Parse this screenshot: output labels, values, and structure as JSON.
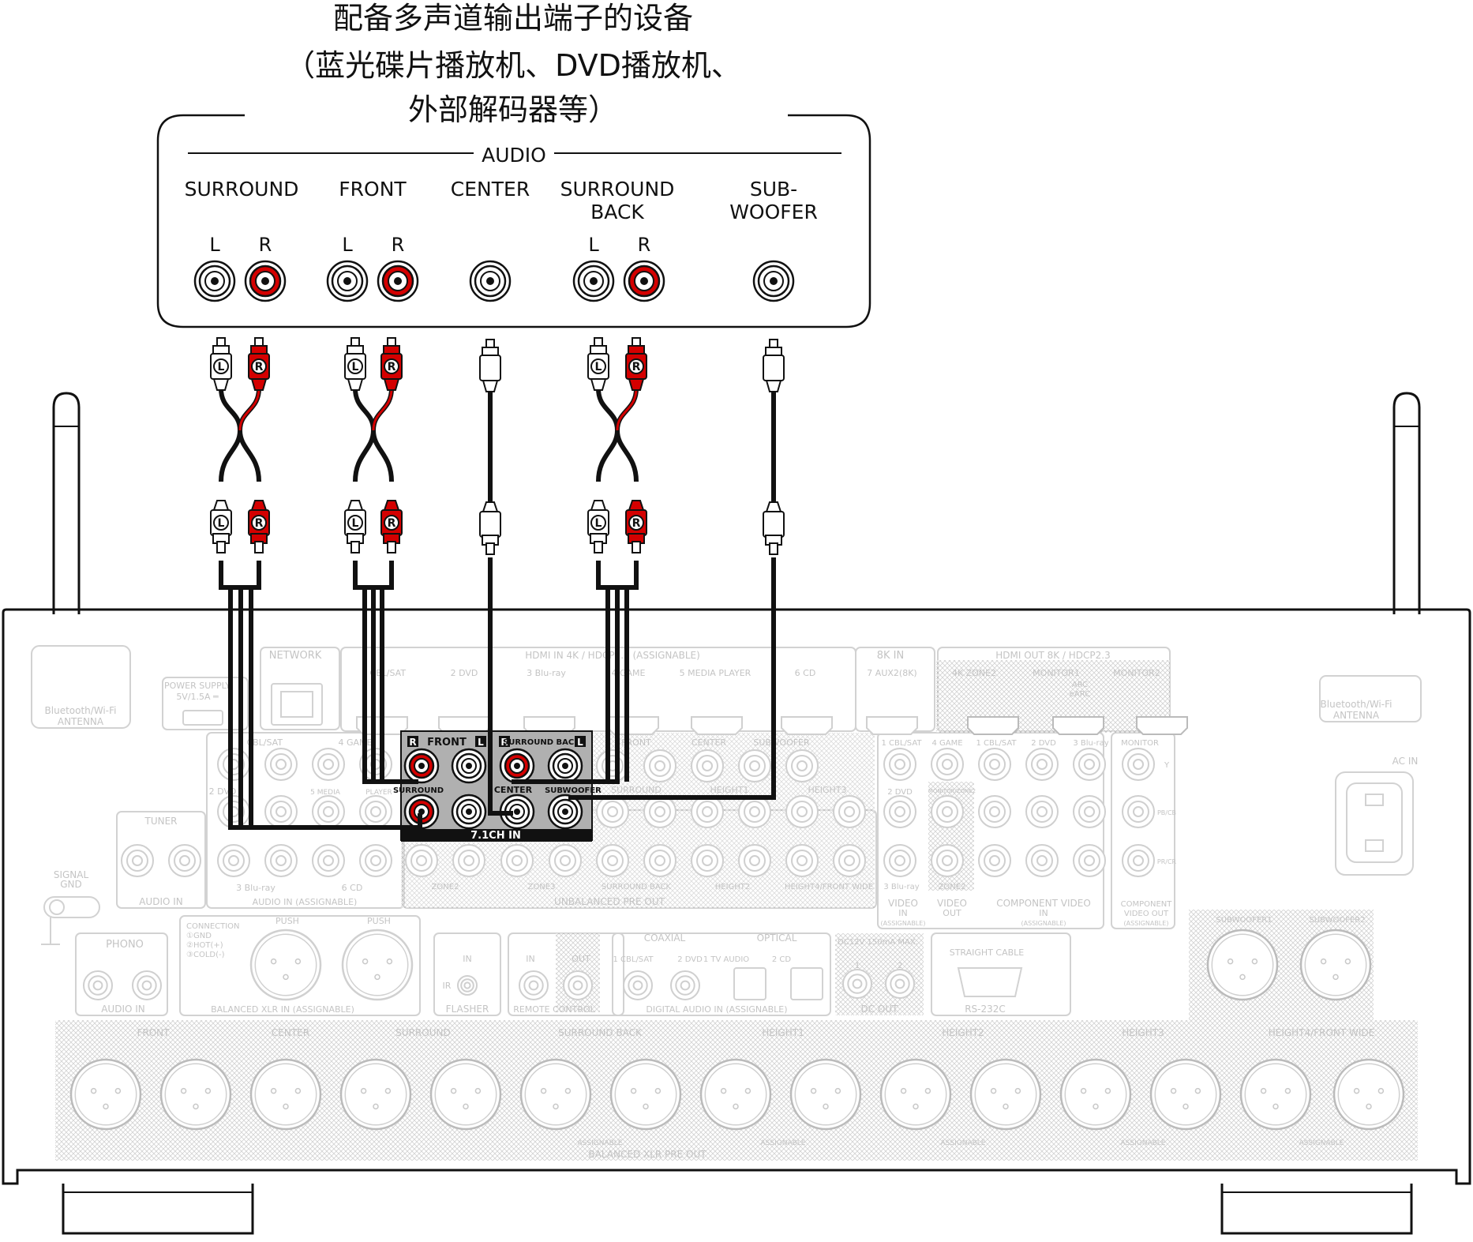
{
  "source": {
    "title_lines": [
      "配备多声道输出端子的设备",
      "（蓝光碟片播放机、DVD播放机、",
      "外部解码器等）"
    ],
    "audio_label": "AUDIO",
    "channels": [
      {
        "id": "surround",
        "label_lines": [
          "SURROUND"
        ],
        "lr": [
          "L",
          "R"
        ]
      },
      {
        "id": "front",
        "label_lines": [
          "FRONT"
        ],
        "lr": [
          "L",
          "R"
        ]
      },
      {
        "id": "center",
        "label_lines": [
          "CENTER"
        ],
        "lr": []
      },
      {
        "id": "surround-back",
        "label_lines": [
          "SURROUND",
          "BACK"
        ],
        "lr": [
          "L",
          "R"
        ]
      },
      {
        "id": "subwoofer",
        "label_lines": [
          "SUB-",
          "WOOFER"
        ],
        "lr": []
      }
    ]
  },
  "plug_letters": {
    "left": "L",
    "right": "R"
  },
  "receiver": {
    "antenna_left": [
      "Bluetooth/Wi-Fi",
      "ANTENNA"
    ],
    "antenna_right": [
      "Bluetooth/Wi-Fi",
      "ANTENNA"
    ],
    "network": "NETWORK",
    "power_supply": [
      "POWER SUPPLY",
      "5V/1.5A ═"
    ],
    "hdmi_in": "HDMI IN  4K / HDCP2.3  (ASSIGNABLE)",
    "hdmi_in_ports": [
      "1 CBL/SAT",
      "2 DVD",
      "3 Blu-ray",
      "4 GAME",
      "5 MEDIA PLAYER",
      "6 CD"
    ],
    "hdmi_8k_in": "8K IN",
    "hdmi_8k_port": "7 AUX2(8K)",
    "hdmi_out": "HDMI OUT  8K / HDCP2.3",
    "hdmi_out_ports": [
      "4K ZONE2",
      "MONITOR1",
      "MONITOR2"
    ],
    "arc": [
      "ARC",
      "eARC"
    ],
    "in71": {
      "title": "7.1CH IN",
      "front": "FRONT",
      "surround_back": "SURROUND BACK",
      "surround": "SURROUND",
      "center": "CENTER",
      "subwoofer": "SUBWOOFER",
      "r": "R",
      "l": "L"
    },
    "audio_in_top": [
      "1 CBL/SAT",
      "4 GAME",
      "2 DVD",
      "5 MEDIA",
      "PLAYER"
    ],
    "audio_in_bottom": [
      "3 Blu-ray",
      "6 CD"
    ],
    "audio_in_label": "AUDIO IN (ASSIGNABLE)",
    "tuner": "TUNER",
    "tuner_audio_in": "AUDIO IN",
    "preout_top": [
      "FRONT",
      "CENTER",
      "SUBWOOFER"
    ],
    "preout_mid": [
      "SURROUND",
      "HEIGHT1",
      "HEIGHT3"
    ],
    "preout_bottom": [
      "ZONE2",
      "ZONE3",
      "SURROUND BACK",
      "HEIGHT2",
      "HEIGHT4/FRONT WIDE"
    ],
    "preout_label": "UNBALANCED PRE OUT",
    "video_in_ports": [
      "1 CBL/SAT",
      "4 GAME",
      "2 DVD",
      "3 Blu-ray"
    ],
    "video_in": [
      "VIDEO",
      "IN",
      "(ASSIGNABLE)"
    ],
    "video_out": [
      "VIDEO",
      "OUT"
    ],
    "monitor_zone2": "MONITOR/ZONE2",
    "zone2": "ZONE2",
    "component_ports": [
      "1 CBL/SAT",
      "2 DVD",
      "3 Blu-ray"
    ],
    "component_in": [
      "COMPONENT VIDEO",
      "IN",
      "(ASSIGNABLE)"
    ],
    "monitor": "MONITOR",
    "component_y": [
      "Y",
      "PB/CB",
      "PR/CR"
    ],
    "component_out": [
      "COMPONENT",
      "VIDEO OUT",
      "(ASSIGNABLE)"
    ],
    "ac_in": "AC IN",
    "signal_gnd": [
      "SIGNAL",
      "GND"
    ],
    "phono": "PHONO",
    "phono_audio_in": "AUDIO IN",
    "connection": [
      "CONNECTION",
      "①GND",
      "②HOT(+)",
      "③COLD(-)"
    ],
    "push": "PUSH",
    "balanced_xlr_in": "BALANCED XLR IN  (ASSIGNABLE)",
    "flasher": "FLASHER",
    "flasher_in": "IN",
    "flasher_ir": "IR",
    "remote_control": "REMOTE CONTROL",
    "remote_in": "IN",
    "remote_out": "OUT",
    "coaxial": "COAXIAL",
    "optical": "OPTICAL",
    "digital_ports": [
      "1 CBL/SAT",
      "2 DVD",
      "1 TV AUDIO",
      "2 CD"
    ],
    "digital_audio_in": "DIGITAL AUDIO IN  (ASSIGNABLE)",
    "dc_out": "DC OUT",
    "dc_spec": "DC12V 150mA MAX.",
    "dc_ports": [
      "1",
      "2"
    ],
    "rs232c": "RS-232C",
    "straight_cable": "STRAIGHT CABLE",
    "subwoofer1": "SUBWOOFER1",
    "subwoofer2": "SUBWOOFER2",
    "xlr_out_groups": [
      "FRONT",
      "CENTER",
      "SURROUND",
      "SURROUND BACK",
      "HEIGHT1",
      "HEIGHT2",
      "HEIGHT3",
      "HEIGHT4/FRONT WIDE"
    ],
    "assignable": "ASSIGNABLE",
    "balanced_xlr_pre_out": "BALANCED XLR PRE OUT"
  },
  "colors": {
    "red_jack": "#d40000",
    "dark": "#111111",
    "faded": "#cfcfcf"
  }
}
